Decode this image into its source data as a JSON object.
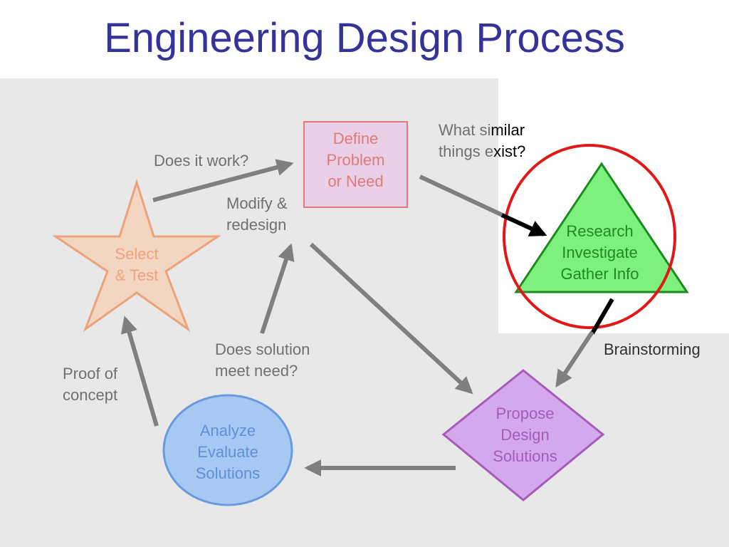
{
  "title": "Engineering Design Process",
  "nodes": {
    "define": {
      "line1": "Define",
      "line2": "Problem",
      "line3": "or Need"
    },
    "research": {
      "line1": "Research",
      "line2": "Investigate",
      "line3": "Gather Info"
    },
    "propose": {
      "line1": "Propose",
      "line2": "Design",
      "line3": "Solutions"
    },
    "analyze": {
      "line1": "Analyze",
      "line2": "Evaluate",
      "line3": "Solutions"
    },
    "select": {
      "line1": "Select",
      "line2": "& Test"
    }
  },
  "edge_labels": {
    "does_it_work": "Does it work?",
    "modify": {
      "line1": "Modify &",
      "line2": "redesign"
    },
    "similar": {
      "line1_a": "What si",
      "line1_b": "milar",
      "line2_a": "things e",
      "line2_b": "xist?"
    },
    "brainstorming": "Brainstorming",
    "does_solution": {
      "line1": "Does solution",
      "line2": "meet need?"
    },
    "proof": {
      "line1": "Proof of",
      "line2": "concept"
    }
  },
  "colors": {
    "title": "#333399",
    "define_fill": "#e9d0e6",
    "define_stroke": "#e07a7a",
    "define_text": "#e07a7a",
    "research_fill": "#7ef07e",
    "research_stroke": "#1f8a1f",
    "research_text": "#1f8a1f",
    "highlight_circle": "#e01818",
    "propose_fill": "#d4a8ec",
    "propose_stroke": "#a45cb8",
    "propose_text": "#a45cb8",
    "analyze_fill": "#a8c8f4",
    "analyze_stroke": "#6a9ae0",
    "analyze_text": "#5f8fd6",
    "select_fill": "#f2d6c2",
    "select_stroke": "#eea27a",
    "select_text": "#eea27a",
    "arrow_gray": "#7f7f7f",
    "arrow_black": "#000000"
  }
}
